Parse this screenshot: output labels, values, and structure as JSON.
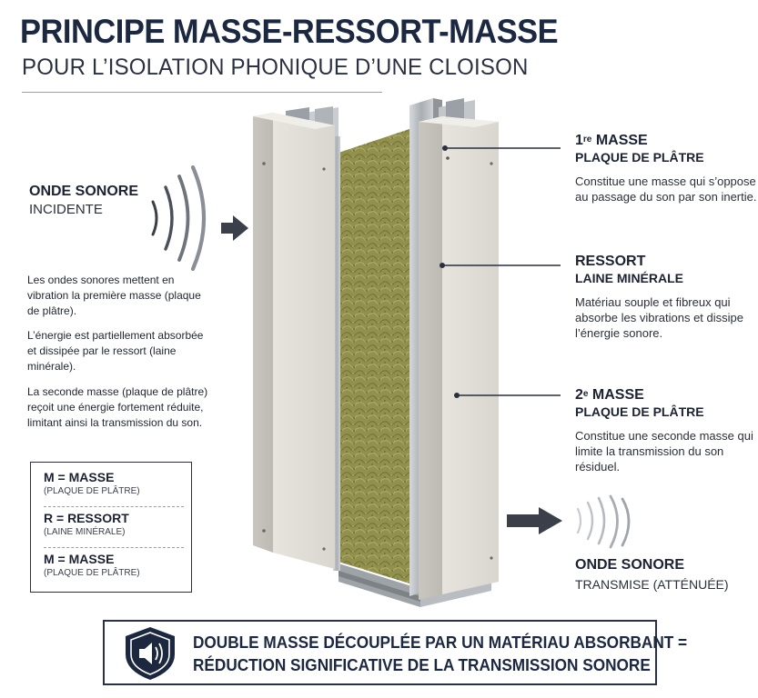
{
  "header": {
    "title": "PRINCIPE MASSE-RESSORT-MASSE",
    "subtitle": "POUR L’ISOLATION PHONIQUE D’UNE CLOISON"
  },
  "incident": {
    "title": "ONDE SONORE",
    "subtitle": "INCIDENTE"
  },
  "paragraphs": {
    "p1": "Les ondes sonores mettent en vibration la première masse (plaque de plâtre).",
    "p2": "L’énergie est partiellement absorbée et dissipée par le ressort (laine minérale).",
    "p3": "La seconde masse (plaque de plâtre) reçoit une énergie fortement réduite, limitant ainsi la transmission du son."
  },
  "legend": [
    {
      "key": "M = MASSE",
      "desc": "(PLAQUE DE PLÂTRE)"
    },
    {
      "key": "R = RESSORT",
      "desc": "(LAINE MINÉRALE)"
    },
    {
      "key": "M = MASSE",
      "desc": "(PLAQUE DE PLÂTRE)"
    }
  ],
  "callouts": {
    "first": {
      "num": "1",
      "sup": "re",
      "head": "MASSE",
      "sub": "PLAQUE DE PLÂTRE",
      "desc": "Constitue une masse qui s’oppose au passage du son par son inertie."
    },
    "spring": {
      "head": "RESSORT",
      "sub": "LAINE MINÉRALE",
      "desc": "Matériau souple et fibreux qui absorbe les vibrations et dissipe l’énergie sonore."
    },
    "second": {
      "num": "2",
      "sup": "e",
      "head": "MASSE",
      "sub": "PLAQUE DE PLÂTRE",
      "desc": "Constitue une seconde masse qui limite la transmission du son résiduel."
    }
  },
  "transmitted": {
    "title": "ONDE SONORE",
    "subtitle": "TRANSMISE (ATTÉNUÉE)"
  },
  "banner": {
    "line1": "DOUBLE MASSE DÉCOUPLÉE PAR UN MATÉRIAU ABSORBANT =",
    "line2": "RÉDUCTION SIGNIFICATIVE DE LA TRANSMISSION SONORE"
  },
  "icons": {
    "incident_waves": "sound-waves-icon",
    "incident_arrow": "arrow-right-icon",
    "transmitted_arrow": "arrow-right-icon",
    "transmitted_waves": "sound-waves-icon",
    "shield": "shield-speaker-icon"
  },
  "colors": {
    "navy": "#1c2740",
    "wool": "#9c9a52",
    "gypsum": "#e3e0d9",
    "steel": "#b8bcc0"
  }
}
